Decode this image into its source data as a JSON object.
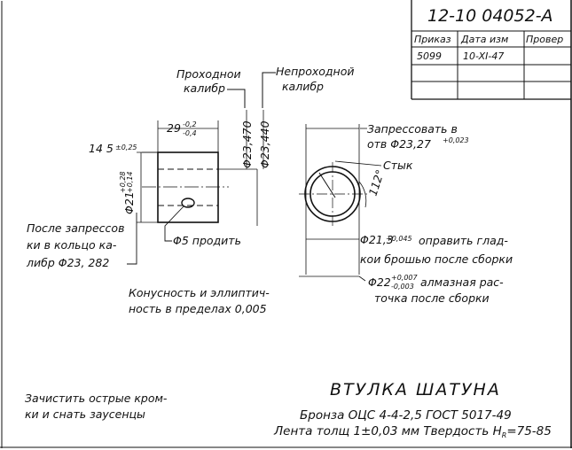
{
  "stamp": {
    "doc_number": "12-10 04052-А",
    "columns": [
      "Приказ",
      "Дата изм",
      "Провер"
    ],
    "row": [
      "5099",
      "10-XI-47",
      ""
    ]
  },
  "gauges": {
    "go_label": [
      "Проходнои",
      "калибр"
    ],
    "nogo_label": [
      "Непроходной",
      "калибр"
    ],
    "go_dim": "Φ23,470",
    "nogo_dim": "Φ23,440"
  },
  "left_view": {
    "length_dim": "29",
    "length_tol_upper": "-0,2",
    "length_tol_lower": "-0,4",
    "chamfer_dim": "14 5",
    "chamfer_tol": "±0,25",
    "od_dim": "Φ21",
    "od_tol_upper": "+0,28",
    "od_tol_lower": "+0,14",
    "hole_note": "Φ5 продить",
    "after_press_note": [
      "После запрессов",
      "ки в кольцо ка-",
      "либр Φ23, 282"
    ]
  },
  "right_view": {
    "press_note": [
      "Запрессовать в",
      "отв Φ23,27"
    ],
    "press_tol": "+0,023",
    "joint_label": "Стык",
    "angle_label": "112°",
    "bore_dim": "Φ21,3",
    "bore_tol": "+0,045",
    "bore_note": [
      "оправить глад-",
      "кои брошью после сборки"
    ],
    "final_dim": "Φ22",
    "final_tol_upper": "+0,007",
    "final_tol_lower": "-0,003",
    "final_note": [
      "алмазная рас-",
      "точка после сборки"
    ]
  },
  "general_notes": {
    "taper": [
      "Конусность и эллиптич-",
      "ность в пределах 0,005"
    ],
    "deburr": [
      "Зачистить острые кром-",
      "ки и снать заусенцы"
    ]
  },
  "title_block": {
    "title": "ВТУЛКА ШАТУНА",
    "material": "Бронза ОЦС 4-4-2,5 ГОСТ 5017-49",
    "tape_prefix": "Лента толщ 1±0,03 мм  Твердость H",
    "hardness_sub": "R",
    "hardness_value": "=75-85"
  }
}
